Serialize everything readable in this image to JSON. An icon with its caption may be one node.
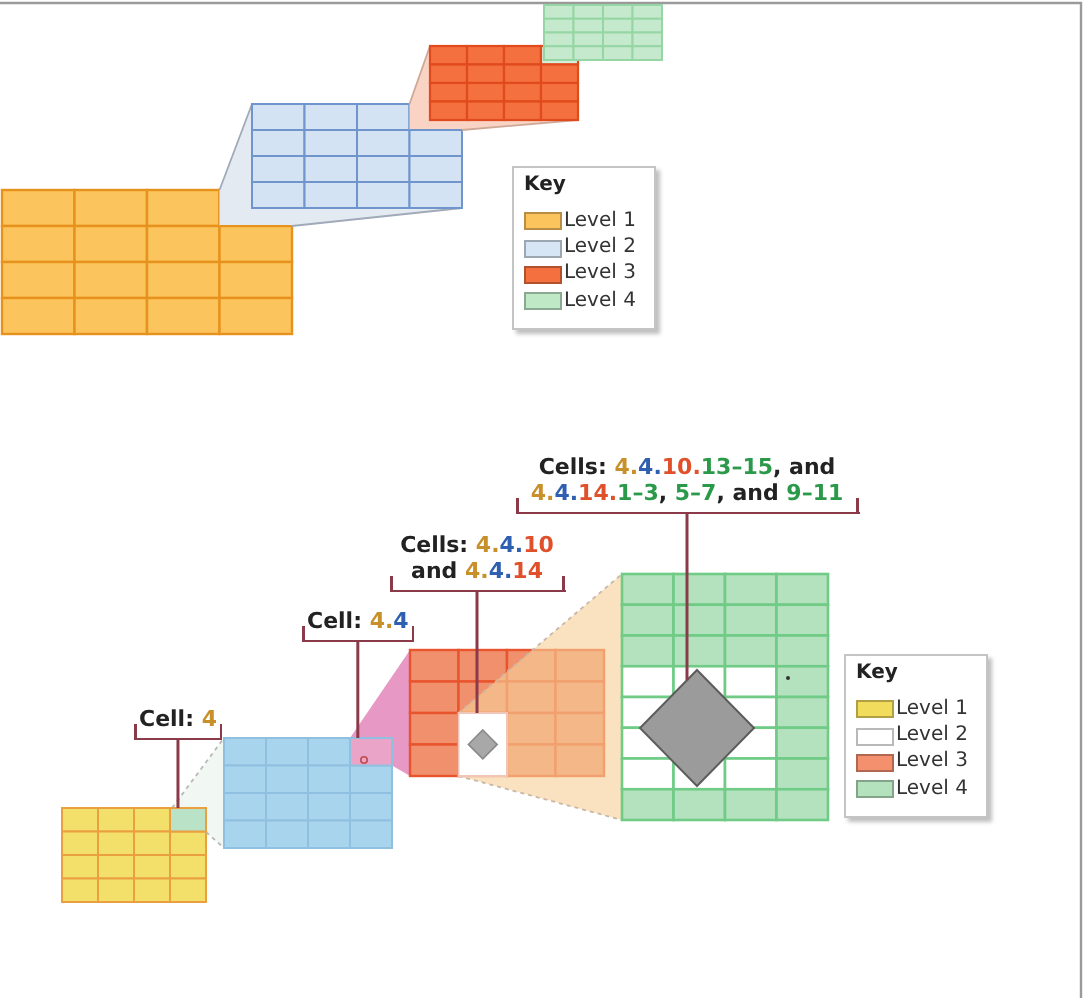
{
  "diagram": {
    "nodes": [
      {
        "text": [
          "Cell: 4"
        ]
      },
      {
        "text": [
          "Cell: 4.4"
        ]
      },
      {
        "text": [
          "Cells: 4.4.10 and 4.4.14"
        ]
      },
      {
        "text": [
          "Cells: 4.4.10.13–15, and 4.4.14.1–3, 5–7, and 9–11"
        ]
      },
      {
        "text": [],
        "shape": "box"
      },
      {
        "text": [],
        "shape": "box"
      },
      {
        "text": [],
        "shape": "box"
      },
      {
        "text": [],
        "shape": "diamond"
      }
    ],
    "edges": [
      {
        "from": 0,
        "to": 4,
        "arrow": "none"
      },
      {
        "from": 1,
        "to": 5,
        "arrow": "none"
      },
      {
        "from": 2,
        "to": 6,
        "arrow": "none"
      },
      {
        "from": 3,
        "to": 7,
        "arrow": "none"
      }
    ],
    "labels": [
      "Key",
      "Key"
    ],
    "legend": [
      {
        "text": "Level 1",
        "color": "#fcc45c"
      },
      {
        "text": "Level 2",
        "color": "#d6e6f4"
      },
      {
        "text": "Level 3",
        "color": "#f4703e"
      },
      {
        "text": "Level 4",
        "color": "#bfe8c6"
      },
      {
        "text": "Level 1",
        "color": "#f2dc5c"
      },
      {
        "text": "Level 2",
        "color": "#ffffff"
      },
      {
        "text": "Level 3",
        "color": "#f4906e"
      },
      {
        "text": "Level 4",
        "color": "#b4e2bc"
      }
    ]
  }
}
